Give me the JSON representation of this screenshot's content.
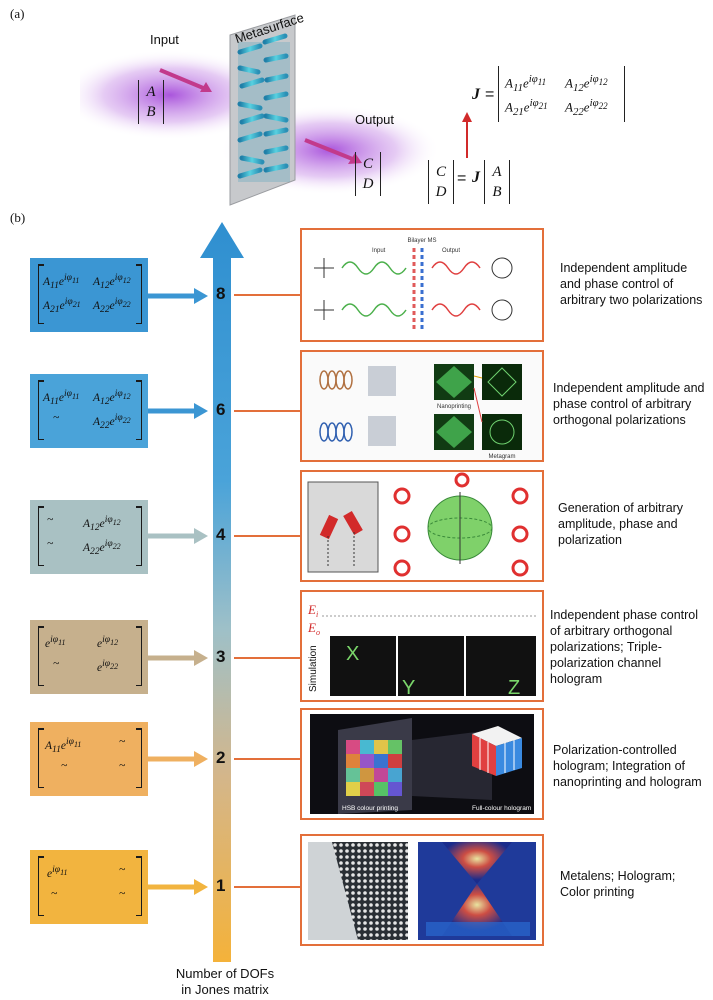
{
  "panel_a": {
    "label": "(a)",
    "input_label": "Input",
    "output_label": "Output",
    "metasurface_label": "Metasurface",
    "input_vec": [
      "A",
      "B"
    ],
    "output_vec": [
      "C",
      "D"
    ],
    "J_symbol": "J",
    "equation_rhs_vec": [
      "A",
      "B"
    ]
  },
  "panel_b": {
    "label": "(b)",
    "axis_caption_line1": "Number of DOFs",
    "axis_caption_line2": "in Jones matrix",
    "rows": [
      {
        "dof": "8",
        "color": "#3b96d3",
        "description": "Independent amplitude and phase control of arbitrary two polarizations"
      },
      {
        "dof": "6",
        "color": "#4aa3d9",
        "description": "Independent amplitude and phase control of arbitrary orthogonal polarizations"
      },
      {
        "dof": "4",
        "color": "#a9c1c3",
        "description": "Generation of arbitrary amplitude, phase and polarization"
      },
      {
        "dof": "3",
        "color": "#c6b08d",
        "description": "Independent phase control of arbitrary orthogonal polarizations; Triple-polarization channel hologram"
      },
      {
        "dof": "2",
        "color": "#efb060",
        "description": "Polarization-controlled hologram; Integration of nanoprinting and hologram"
      },
      {
        "dof": "1",
        "color": "#f2b43f",
        "description": "Metalens; Hologram; Color printing"
      }
    ],
    "inset_text": {
      "bilayer": "Bilayer MS",
      "input": "Input",
      "output": "Output",
      "nanoprinting": "Nanoprinting",
      "metagram": "Metagram",
      "simulation": "Simulation",
      "e_i": "E",
      "e_o": "E",
      "letter_x": "X",
      "letter_y": "Y",
      "letter_z": "Z",
      "hsb": "HSB colour printing",
      "fullcolour": "Full-colour hologram"
    }
  }
}
